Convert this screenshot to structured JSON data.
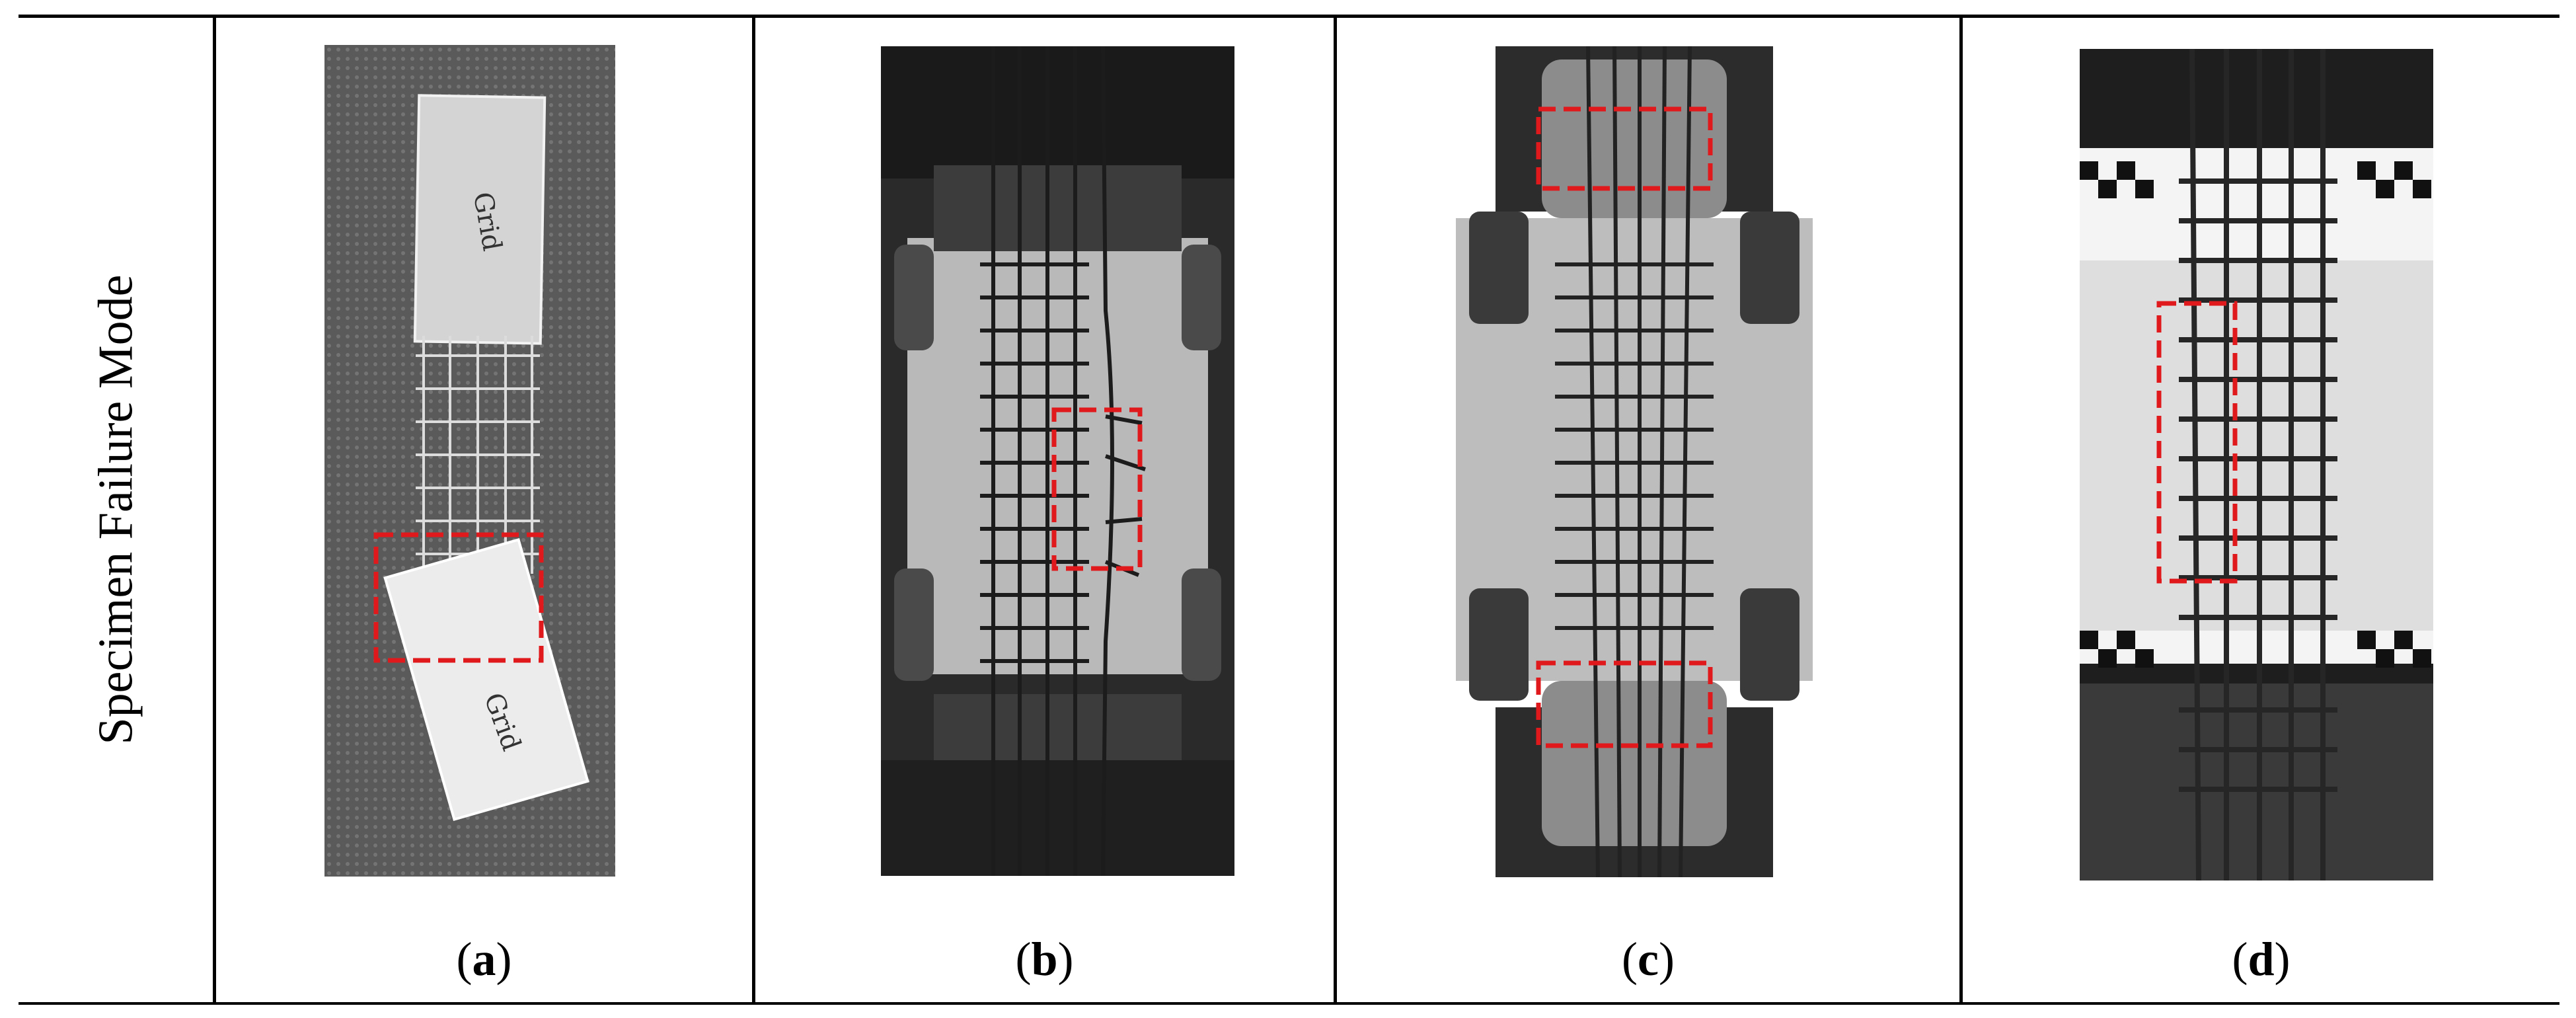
{
  "row_label": "Specimen Failure Mode",
  "panels": [
    {
      "letter": "a"
    },
    {
      "letter": "b"
    },
    {
      "letter": "c"
    },
    {
      "letter": "d"
    }
  ],
  "handwriting": [
    "Grid",
    "Grid"
  ],
  "colors": {
    "failure_box": "#e0191c",
    "rule": "#000000"
  }
}
